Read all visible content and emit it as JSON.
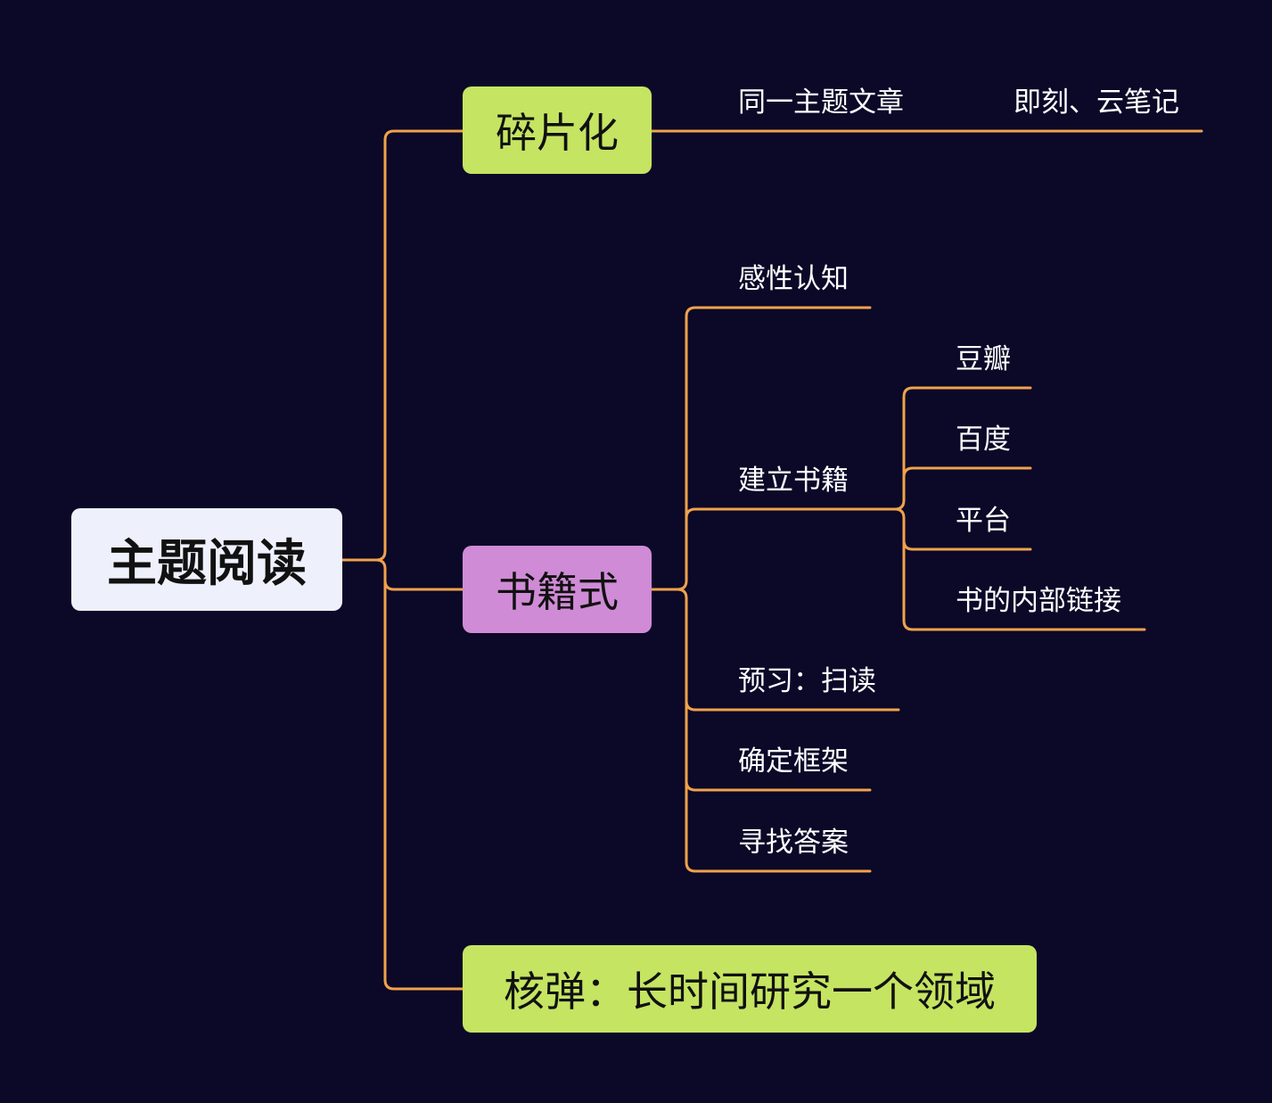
{
  "mindmap": {
    "root": "主题阅读",
    "branches": [
      {
        "label": "碎片化",
        "color": "#c5e462",
        "children": [
          {
            "label": "同一主题文章",
            "children": [
              {
                "label": "即刻、云笔记"
              }
            ]
          }
        ]
      },
      {
        "label": "书籍式",
        "color": "#d08bd6",
        "children": [
          {
            "label": "感性认知"
          },
          {
            "label": "建立书籍",
            "children": [
              {
                "label": "豆瓣"
              },
              {
                "label": "百度"
              },
              {
                "label": "平台"
              },
              {
                "label": "书的内部链接"
              }
            ]
          },
          {
            "label": "预习：扫读"
          },
          {
            "label": "确定框架"
          },
          {
            "label": "寻找答案"
          }
        ]
      },
      {
        "label": "核弹：长时间研究一个领域",
        "color": "#c5e462",
        "children": []
      }
    ],
    "colors": {
      "background": "#0b0828",
      "connector": "#f0a24a",
      "root_fill": "#eef1fc",
      "leaf_text": "#ffffff"
    }
  }
}
